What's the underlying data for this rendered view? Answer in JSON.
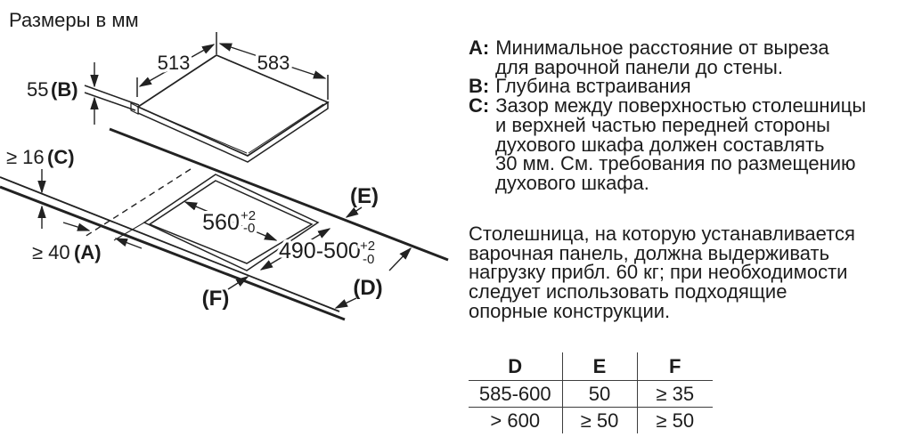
{
  "colors": {
    "ink": "#1c1c1c",
    "line": "#222222",
    "background": "#ffffff"
  },
  "drawing": {
    "title": "Размеры в мм",
    "panel": {
      "depth_label": "513",
      "width_label": "583",
      "build_in_depth": "55",
      "build_in_ref": "(B)"
    },
    "worktop": {
      "thickness_label": "≥ 16",
      "thickness_ref": "(C)",
      "wall_distance_label": "≥ 40",
      "wall_distance_ref": "(A)"
    },
    "cutout": {
      "width": "560",
      "width_tol_plus": "+2",
      "width_tol_minus": "-0",
      "depth": "490-500",
      "depth_tol_plus": "+2",
      "depth_tol_minus": "-0"
    },
    "labels": {
      "e": "(E)",
      "d": "(D)",
      "f": "(F)"
    }
  },
  "legend": {
    "items": [
      {
        "key": "A:",
        "lines": [
          "Минимальное расстояние от выреза",
          "для варочной панели до стены."
        ]
      },
      {
        "key": "B:",
        "lines": [
          "Глубина встраивания"
        ]
      },
      {
        "key": "C:",
        "lines": [
          "Зазор между поверхностью столешницы",
          "и верхней частью передней стороны",
          "духового шкафа должен составлять",
          "30 мм. См. требования по размещению",
          "духового шкафа."
        ]
      }
    ]
  },
  "note": {
    "lines": [
      "Столешница, на которую устанавливается",
      "варочная панель, должна выдерживать",
      "нагрузку прибл. 60 кг; при необходимости",
      "следует использовать подходящие",
      "опорные конструкции."
    ]
  },
  "table": {
    "headers": [
      "D",
      "E",
      "F"
    ],
    "rows": [
      [
        "585-600",
        "50",
        "≥ 35"
      ],
      [
        "> 600",
        "≥ 50",
        "≥ 50"
      ]
    ]
  }
}
